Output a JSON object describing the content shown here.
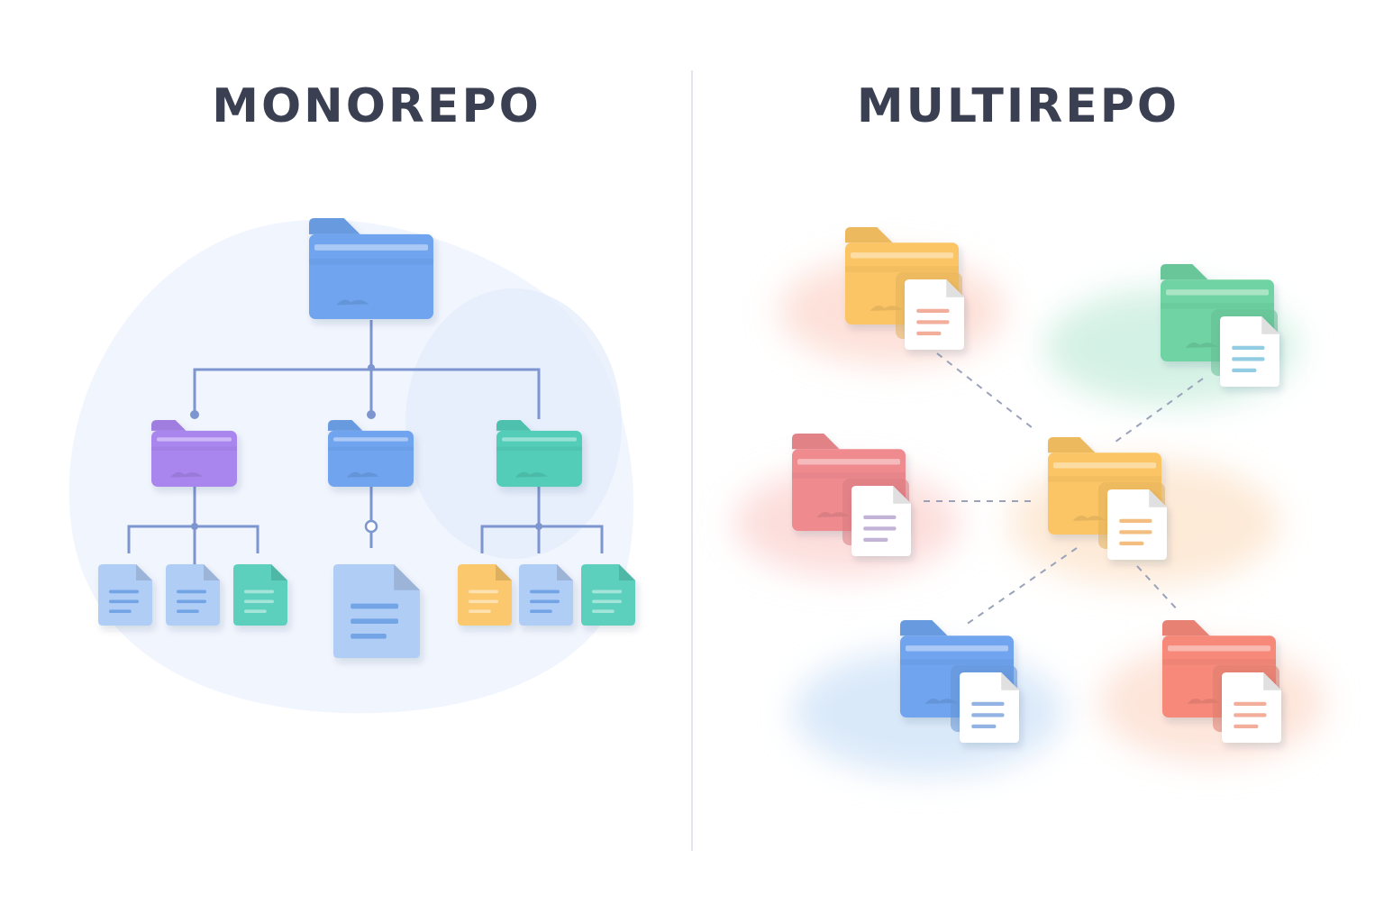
{
  "left_title": "MONOREPO",
  "right_title": "MULTIREPO",
  "colors": {
    "title": "#3a3f52",
    "blue": "#6fa4ee",
    "purple": "#a986ee",
    "teal": "#52cdb8",
    "yellow": "#fbc565",
    "green": "#6fd3a3",
    "red": "#ef8a8f",
    "salmon": "#f6897a",
    "connector": "#7d96cf",
    "dashed": "#9aa2ba"
  },
  "monorepo": {
    "root": {
      "icon": "folder-icon",
      "color": "blue"
    },
    "subfolders": [
      {
        "icon": "folder-icon",
        "color": "purple",
        "files": [
          "blue",
          "blue",
          "teal"
        ]
      },
      {
        "icon": "folder-icon",
        "color": "blue",
        "files": [
          "blue"
        ]
      },
      {
        "icon": "folder-icon",
        "color": "teal",
        "files": [
          "yellow",
          "blue",
          "teal"
        ]
      }
    ]
  },
  "multirepo": {
    "hub": {
      "icon": "folder-icon",
      "color": "yellow"
    },
    "repos": [
      {
        "icon": "folder-icon",
        "color": "yellow"
      },
      {
        "icon": "folder-icon",
        "color": "green"
      },
      {
        "icon": "folder-icon",
        "color": "red"
      },
      {
        "icon": "folder-icon",
        "color": "blue"
      },
      {
        "icon": "folder-icon",
        "color": "salmon"
      }
    ]
  }
}
